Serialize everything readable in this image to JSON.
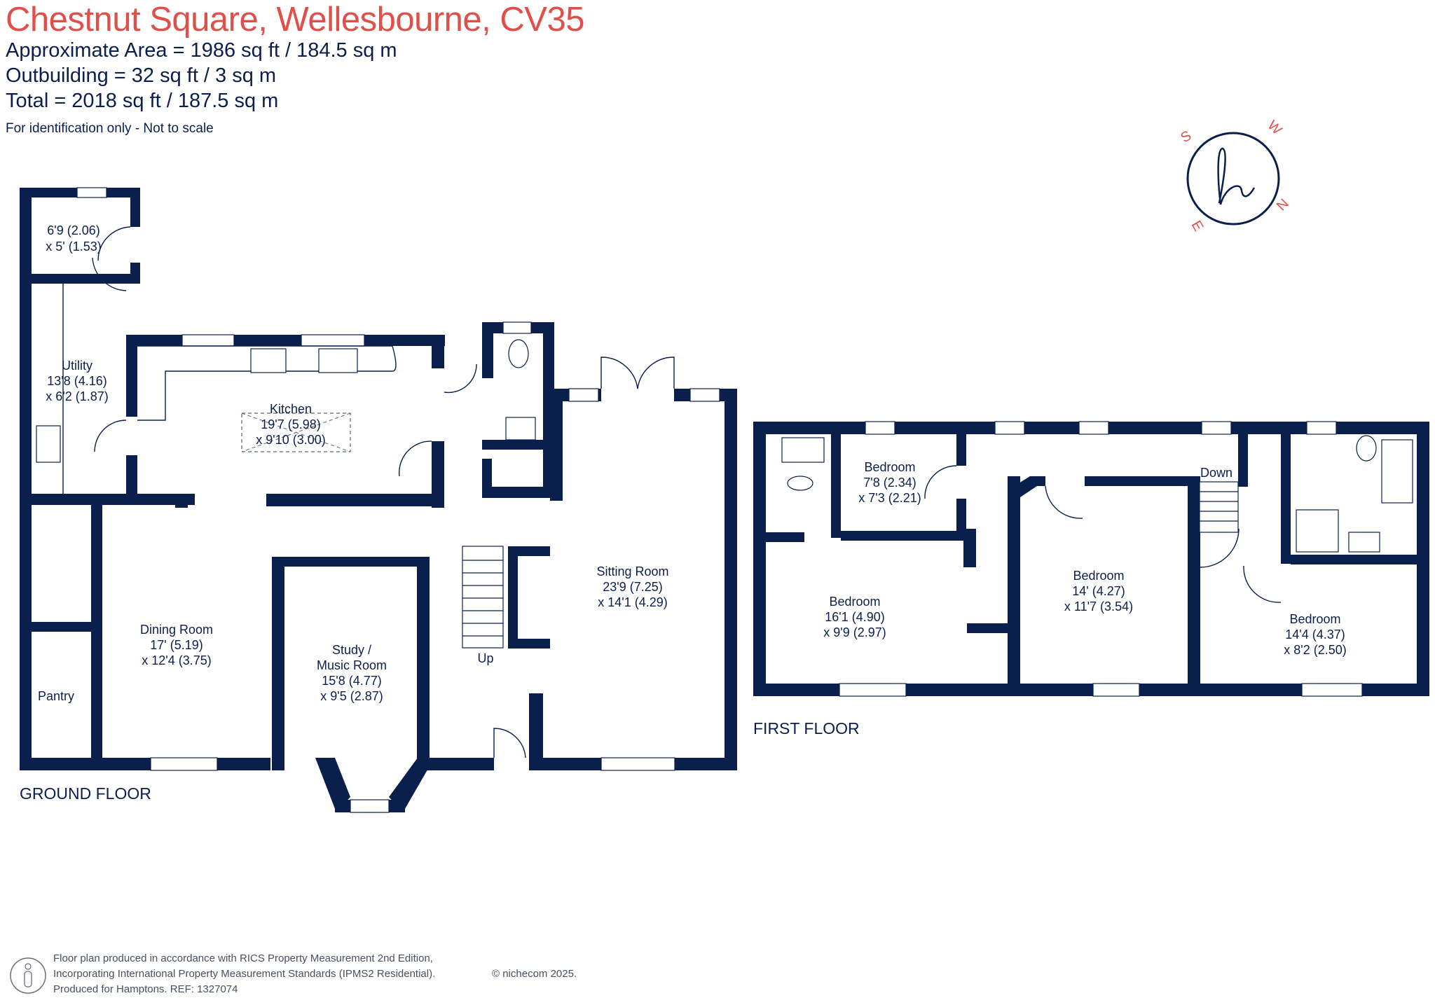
{
  "header": {
    "title": "Chestnut Square, Wellesbourne, CV35",
    "area_lines": [
      "Approximate Area = 1986 sq ft / 184.5 sq m",
      "Outbuilding = 32 sq ft / 3 sq m",
      "Total = 2018 sq ft / 187.5 sq m"
    ],
    "note": "For identification only - Not to scale"
  },
  "compass": {
    "letters": [
      "S",
      "W",
      "N",
      "E"
    ],
    "logo": "h"
  },
  "ground_floor": {
    "label": "GROUND FLOOR",
    "rooms": {
      "outbuilding": [
        "6'9 (2.06)",
        "x 5' (1.53)"
      ],
      "utility": [
        "Utility",
        "13'8 (4.16)",
        "x 6'2 (1.87)"
      ],
      "kitchen": [
        "Kitchen",
        "19'7 (5.98)",
        "x 9'10 (3.00)"
      ],
      "dining": [
        "Dining Room",
        "17' (5.19)",
        "x 12'4 (3.75)"
      ],
      "study": [
        "Study /",
        "Music Room",
        "15'8 (4.77)",
        "x 9'5 (2.87)"
      ],
      "sitting": [
        "Sitting Room",
        "23'9 (7.25)",
        "x 14'1 (4.29)"
      ],
      "pantry": "Pantry",
      "stairs": "Up"
    }
  },
  "first_floor": {
    "label": "FIRST FLOOR",
    "rooms": {
      "bed_small": [
        "Bedroom",
        "7'8 (2.34)",
        "x 7'3 (2.21)"
      ],
      "bed_left": [
        "Bedroom",
        "16'1 (4.90)",
        "x 9'9 (2.97)"
      ],
      "bed_mid": [
        "Bedroom",
        "14' (4.27)",
        "x 11'7 (3.54)"
      ],
      "bed_right": [
        "Bedroom",
        "14'4 (4.37)",
        "x 8'2 (2.50)"
      ],
      "stairs": "Down"
    }
  },
  "footer": {
    "lines": [
      "Floor plan produced in accordance with RICS Property Measurement 2nd Edition,",
      "Incorporating International Property Measurement Standards (IPMS2 Residential).",
      "Produced for Hamptons.   REF:  1327074"
    ],
    "copyright": "© nichecom  2025."
  },
  "colors": {
    "accent": "#e0504b",
    "walls": "#0b1f4d"
  }
}
